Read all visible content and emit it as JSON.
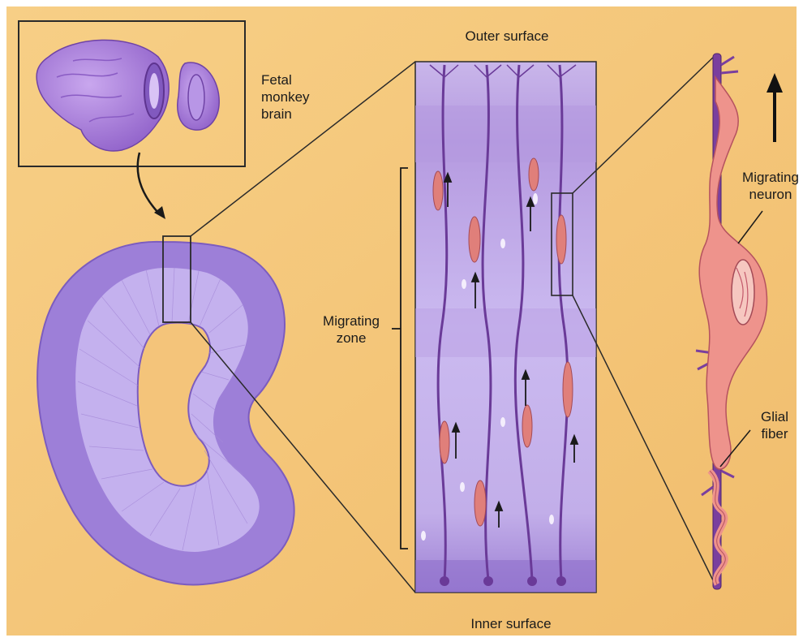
{
  "labels": {
    "fetal_brain": "Fetal\nmonkey\nbrain",
    "outer_surface": "Outer surface",
    "inner_surface": "Inner surface",
    "migrating_zone": "Migrating\nzone",
    "migrating_neuron": "Migrating\nneuron",
    "glial_fiber": "Glial\nfiber"
  },
  "colors": {
    "background": "#f4c47a",
    "cortex_purple": "#9b7fd6",
    "cortex_light": "#c7b5ee",
    "neuron_pink": "#e9908a",
    "glial_purple": "#7a3f9e"
  }
}
